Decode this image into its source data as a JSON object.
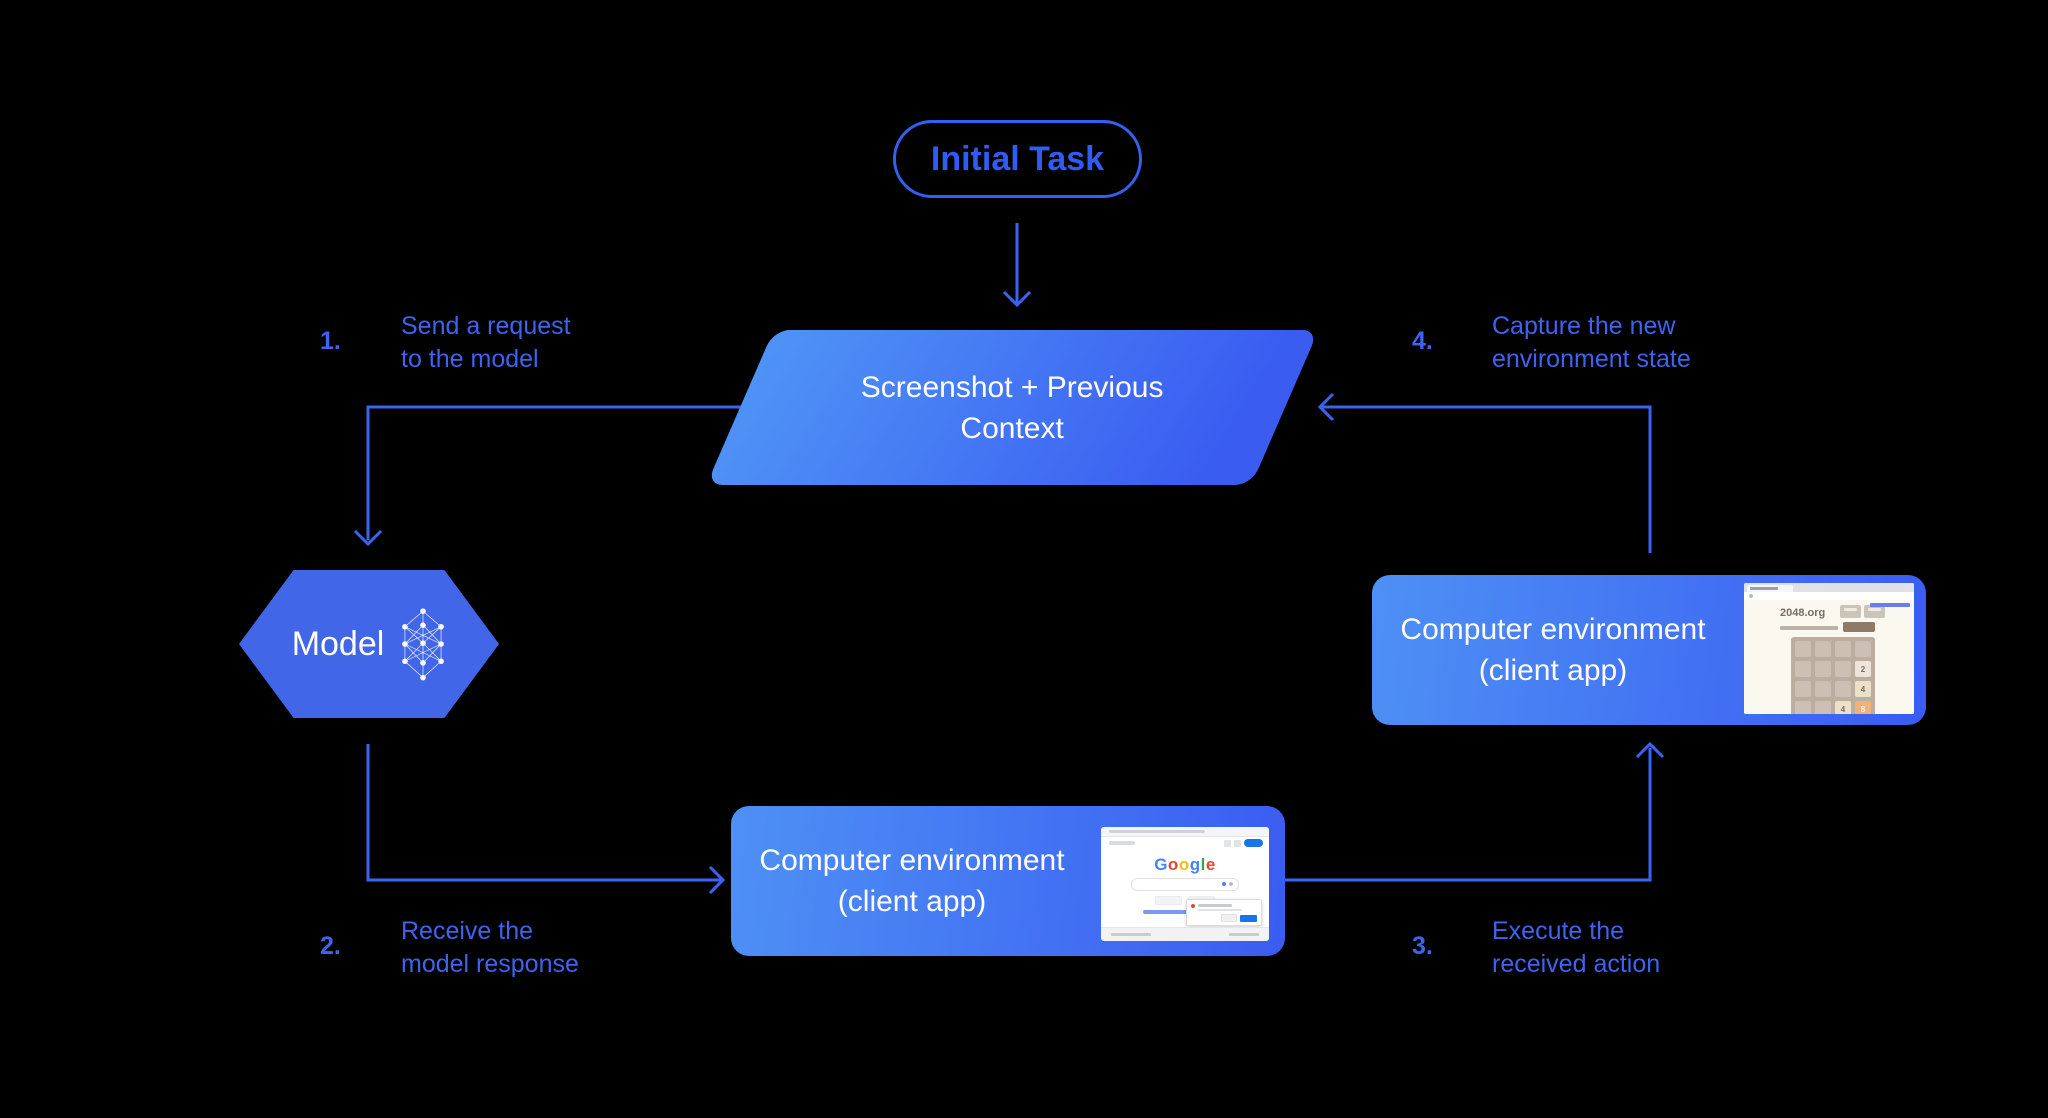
{
  "colors": {
    "background": "#000000",
    "accent_line": "#3a63f2",
    "label_text": "#3d63f0",
    "pill_text": "#2e5cf4",
    "node_gradient_start": "#4f93f6",
    "node_gradient_end": "#3a5cf1",
    "hexagon_fill": "#4166e8"
  },
  "nodes": {
    "initial_task": {
      "label": "Initial Task"
    },
    "screenshot_context": {
      "line1": "Screenshot + Previous",
      "line2": "Context"
    },
    "model": {
      "label": "Model"
    },
    "env_bottom": {
      "line1": "Computer environment",
      "line2": "(client app)"
    },
    "env_right": {
      "line1": "Computer environment",
      "line2": "(client app)"
    }
  },
  "steps": [
    {
      "num": "1.",
      "line1": "Send a request",
      "line2": "to the model"
    },
    {
      "num": "2.",
      "line1": "Receive the",
      "line2": "model response"
    },
    {
      "num": "3.",
      "line1": "Execute the",
      "line2": "received action"
    },
    {
      "num": "4.",
      "line1": "Capture the new",
      "line2": "environment state"
    }
  ],
  "thumbnails": {
    "google_page": {
      "logo_letters": [
        "G",
        "o",
        "o",
        "g",
        "l",
        "e"
      ],
      "logo_colors": [
        "#4285F4",
        "#EA4335",
        "#FBBC05",
        "#4285F4",
        "#34A853",
        "#EA4335"
      ]
    },
    "game_page": {
      "site": "2048.org",
      "tiles": [
        {
          "value": "2",
          "color": "#eee4da"
        },
        {
          "value": "4",
          "color": "#ede0c8"
        },
        {
          "value": "4",
          "color": "#ede0c8"
        },
        {
          "value": "8",
          "color": "#f2b179"
        }
      ]
    }
  }
}
